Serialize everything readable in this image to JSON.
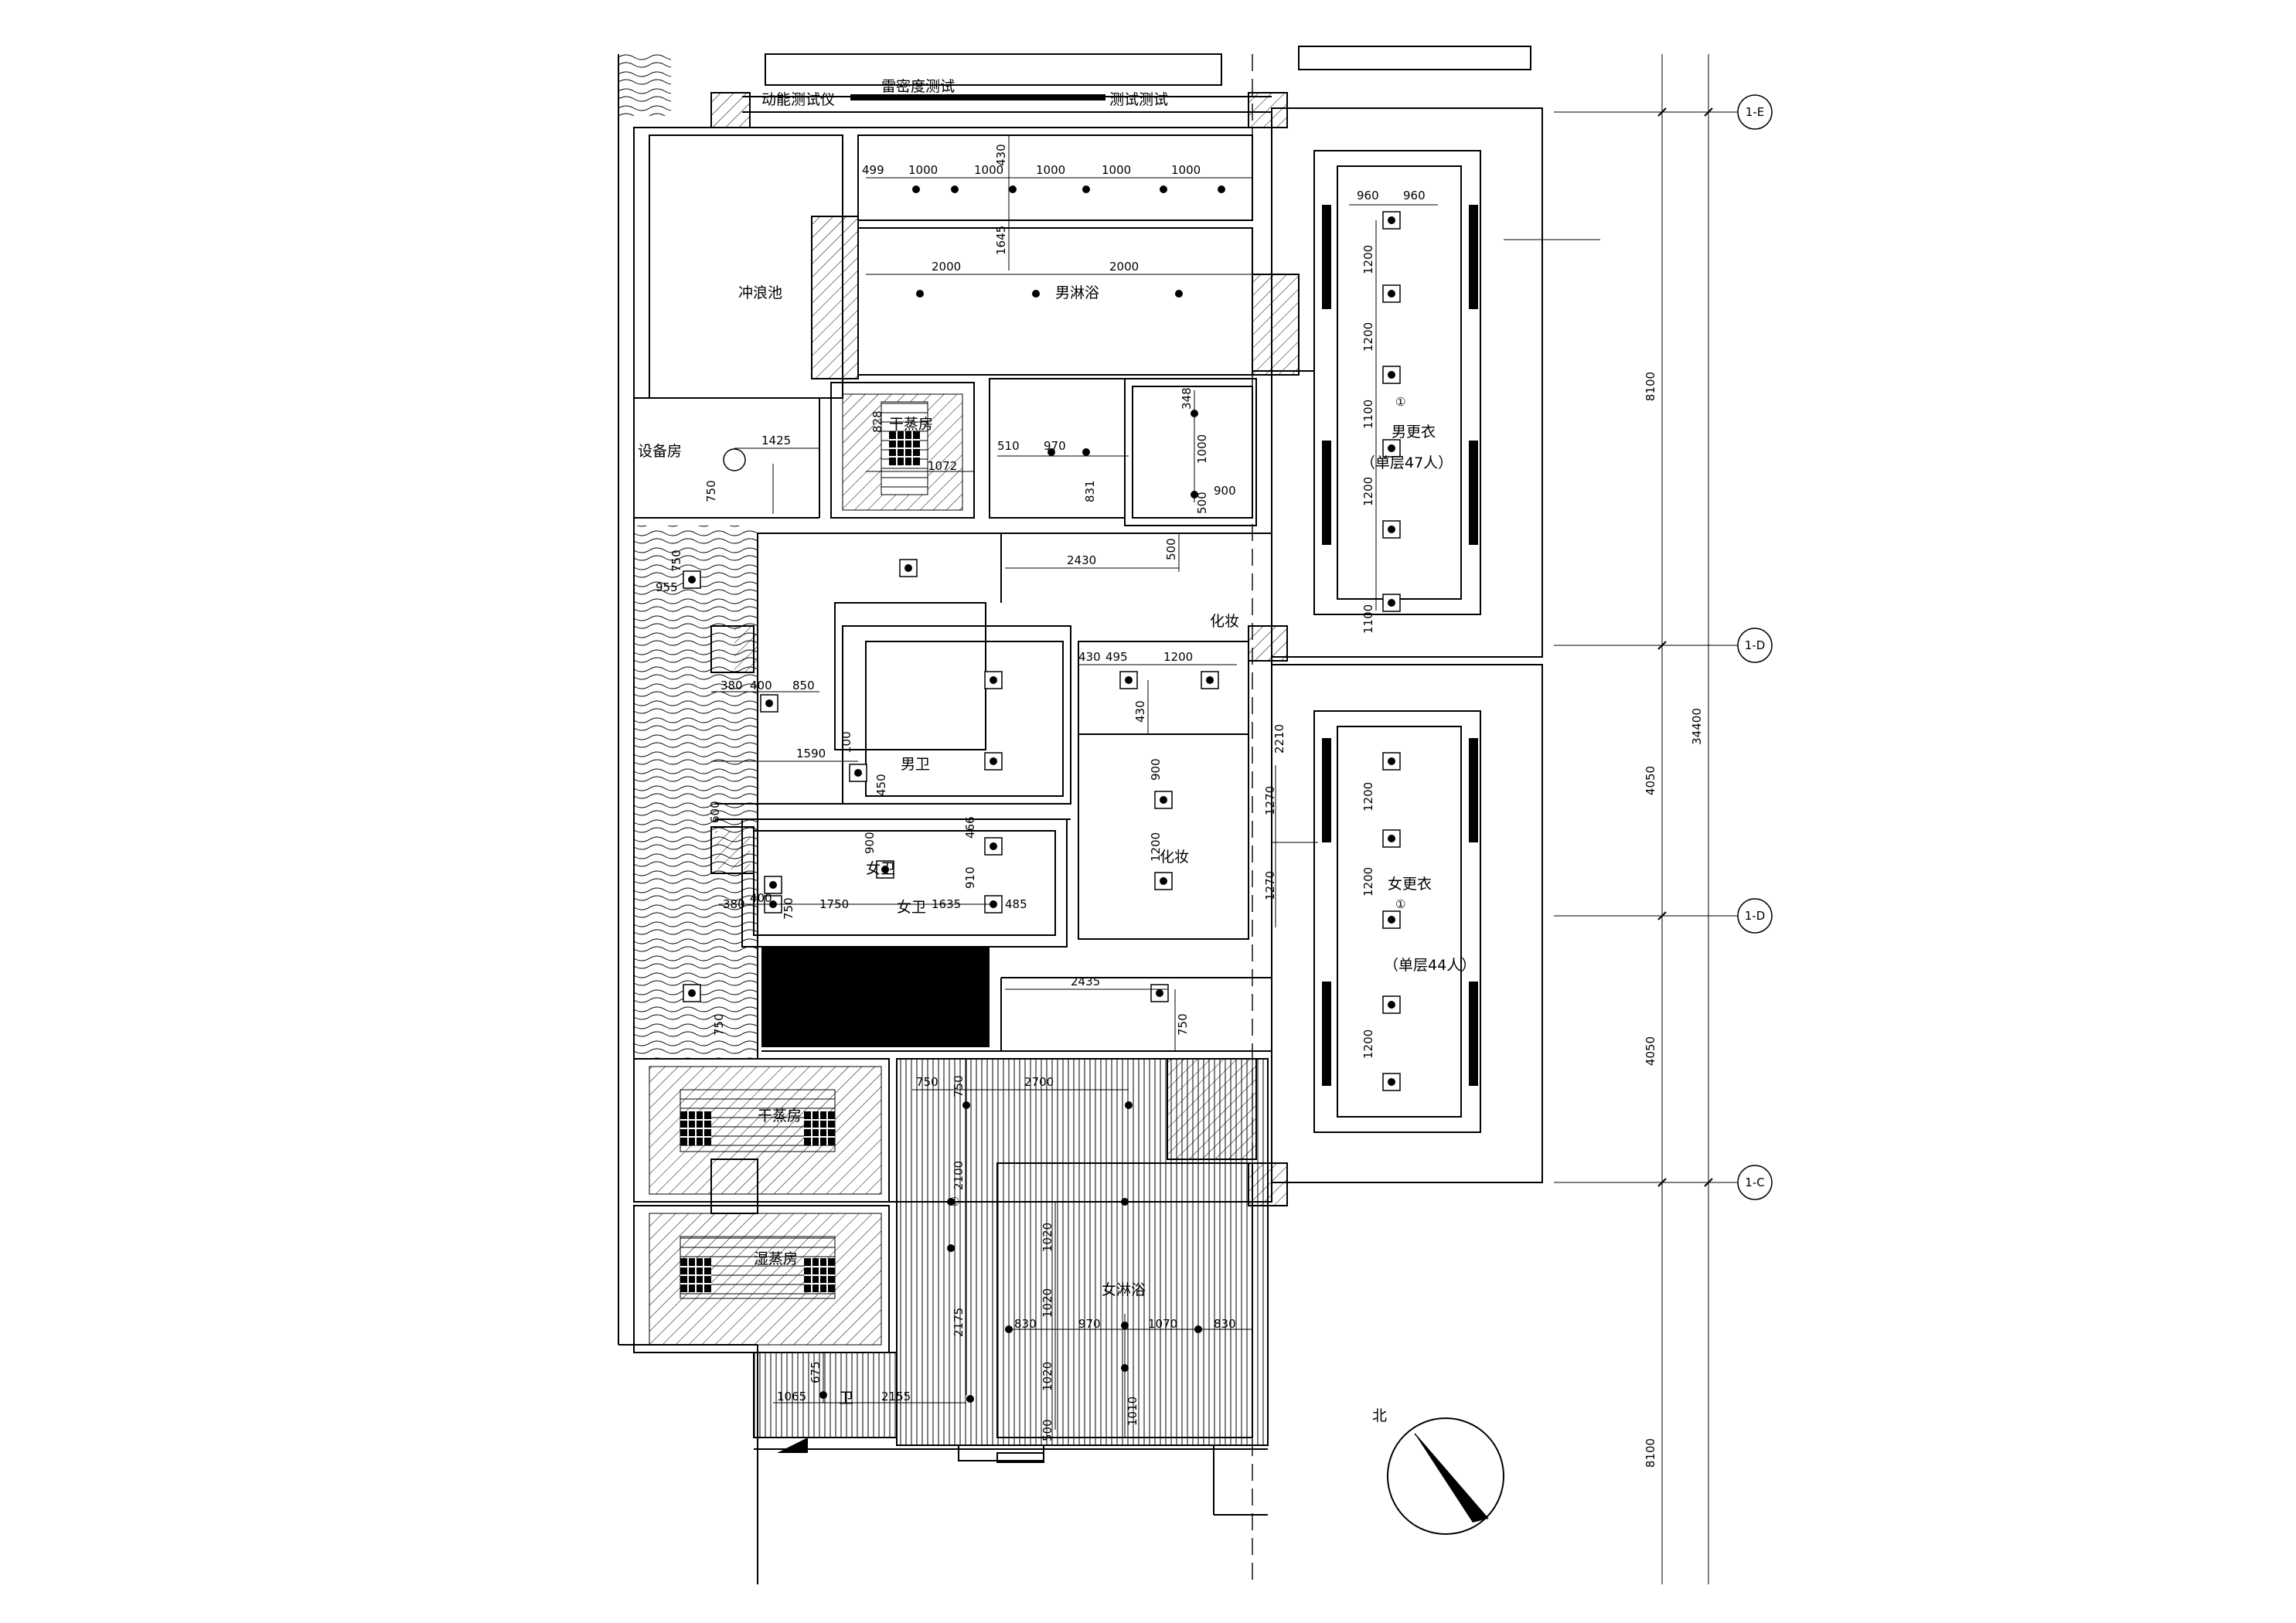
{
  "rooms": {
    "shower_rinse": "动能测试仪",
    "sensor_test": "雷密度测试",
    "sensor_test2": "测试测试",
    "rinse_pool": "冲浪池",
    "mens_shower": "男淋浴",
    "dry_sauna_top": "干蒸房",
    "equipment_room": "设备房",
    "mens_locker": "男更衣",
    "mens_locker_capacity": "（单层47人）",
    "makeup_top": "化妆",
    "mens_toilet": "男卫",
    "womens_toilet": "女卫",
    "womens_toilet2": "女卫",
    "makeup_mid": "化妆",
    "womens_locker": "女更衣",
    "womens_locker_capacity": "（单层44人）",
    "dry_sauna_bottom": "干蒸房",
    "steam_room": "湿蒸房",
    "womens_shower": "女淋浴",
    "toilet_small": "卫",
    "north": "北",
    "mark_1": "①",
    "mark_2": "①",
    "mark_3": "①"
  },
  "grid": {
    "axis_1": "1-E",
    "axis_2": "1-D",
    "axis_3": "1-D",
    "axis_4": "1-C",
    "span_top": "8100",
    "span_mid1": "4050",
    "span_mid2": "4050",
    "span_bottom": "8100",
    "span_total": "34400"
  },
  "dims": {
    "top_499": "499",
    "top_1000a": "1000",
    "top_1000b": "1000",
    "top_1000c": "1000",
    "top_1000d": "1000",
    "top_1000e": "1000",
    "top_430": "430",
    "sh_2000a": "2000",
    "sh_2000b": "2000",
    "sh_1645": "1645",
    "sauna_828": "828",
    "sauna_1072": "1072",
    "s_510": "510",
    "s_970": "970",
    "s_831": "831",
    "s_348": "348",
    "s_1000": "1000",
    "s_900": "900",
    "s_500": "500",
    "eq_1425": "1425",
    "eq_750": "750",
    "ml_960a": "960",
    "ml_960b": "960",
    "ml_1200a": "1200",
    "ml_1200b": "1200",
    "ml_1100": "1100",
    "ml_1200c": "1200",
    "ml_1100b": "1100",
    "m_750": "750",
    "m_955": "955",
    "m_2430": "2430",
    "m_500": "500",
    "m_430": "430",
    "m_495": "495",
    "m_1200": "1200",
    "m_380": "380",
    "m_400": "400",
    "m_850": "850",
    "m_1590": "1590",
    "m_100": "100",
    "m_450": "450",
    "m_430b": "430",
    "m_900": "900",
    "m_1270a": "1270",
    "m_1200b": "1200",
    "m_1270b": "1270",
    "m_2210": "2210",
    "m_600": "600",
    "m_900b": "900",
    "m_466": "466",
    "m_910": "910",
    "w_380": "380",
    "w_400": "400",
    "w_1750": "1750",
    "w_1635": "1635",
    "w_485": "485",
    "w_750": "750",
    "w_2435": "2435",
    "w_750b": "750",
    "w_750c": "750",
    "wl_1200a": "1200",
    "wl_1200b": "1200",
    "wl_1200c": "1200",
    "b_750": "750",
    "b_2700": "2700",
    "b_750b": "750",
    "b_2100": "2100",
    "b_1020a": "1020",
    "b_1020b": "1020",
    "b_830a": "830",
    "b_970": "970",
    "b_1070": "1070",
    "b_830b": "830",
    "b_2175": "2175",
    "b_1020c": "1020",
    "b_675": "675",
    "b_1065": "1065",
    "b_2155": "2155",
    "b_500": "500",
    "b_1010": "1010"
  },
  "colors": {
    "line": "#000000",
    "background": "#ffffff"
  },
  "icons": [
    "north-arrow-icon",
    "ceiling-light-icon",
    "axis-bubble-icon"
  ]
}
